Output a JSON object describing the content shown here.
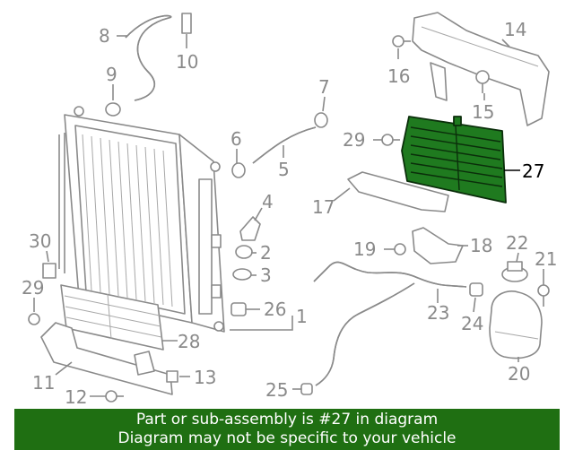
{
  "callouts": {
    "c1": "1",
    "c2": "2",
    "c3": "3",
    "c4": "4",
    "c5": "5",
    "c6": "6",
    "c7": "7",
    "c8": "8",
    "c9": "9",
    "c10": "10",
    "c11": "11",
    "c12": "12",
    "c13": "13",
    "c14": "14",
    "c15": "15",
    "c16": "16",
    "c17": "17",
    "c18": "18",
    "c19": "19",
    "c20": "20",
    "c21": "21",
    "c22": "22",
    "c23": "23",
    "c24": "24",
    "c25": "25",
    "c26": "26",
    "c27": "27",
    "c28": "28",
    "c29a": "29",
    "c29b": "29",
    "c30": "30"
  },
  "highlight": {
    "part": "27",
    "color": "#1f7a1f"
  },
  "banner": {
    "line1": "Part or sub-assembly is #27 in diagram",
    "line2": "Diagram may not be specific to your vehicle",
    "color": "#1f6f12"
  }
}
